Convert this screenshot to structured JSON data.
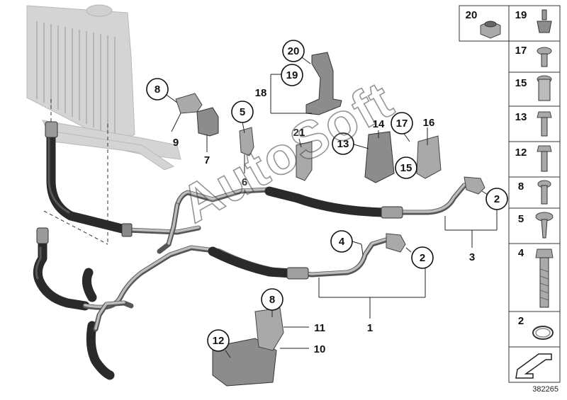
{
  "diagram": {
    "id_number": "382265",
    "watermark": "AutoSoft",
    "callouts": {
      "c1": "1",
      "c2a": "2",
      "c2b": "2",
      "c3": "3",
      "c4": "4",
      "c5": "5",
      "c6": "6",
      "c7": "7",
      "c8a": "8",
      "c8b": "8",
      "c9": "9",
      "c10": "10",
      "c11": "11",
      "c12": "12",
      "c13": "13",
      "c14": "14",
      "c15": "15",
      "c16": "16",
      "c17": "17",
      "c18": "18",
      "c19": "19",
      "c20": "20",
      "c21": "21"
    },
    "legend": {
      "items": [
        "20",
        "19",
        "17",
        "15",
        "13",
        "12",
        "8",
        "5",
        "4",
        "2"
      ]
    }
  }
}
